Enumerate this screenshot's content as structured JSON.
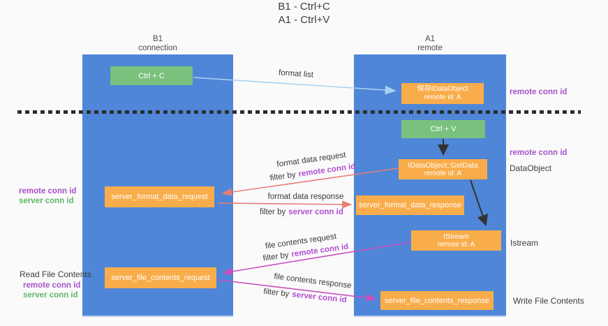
{
  "title": {
    "line1": "B1 - Ctrl+C",
    "line2": "A1 - Ctrl+V"
  },
  "lanes": {
    "left": {
      "title": "B1",
      "subtitle": "connection"
    },
    "right": {
      "title": "A1",
      "subtitle": "remote"
    }
  },
  "nodes": {
    "ctrl_c": "Ctrl + C",
    "ctrl_v": "Ctrl + V",
    "stored_dataobject": {
      "line1": "保存IDataObject",
      "line2": "remote id: A"
    },
    "getdata": {
      "line1": "IDataObject::GetData",
      "line2": "remote id: A"
    },
    "istream": {
      "line1": "IStream",
      "line2": "remote id: A"
    },
    "format_request": "server_format_data_request",
    "format_response": "server_format_data_response",
    "file_request": "server_file_contents_request",
    "file_response": "server_file_contents_response"
  },
  "arrow_labels": {
    "format_list": "format list",
    "format_data_request": "format data request",
    "format_data_response": "format data response",
    "file_contents_request": "file contents request",
    "file_contents_response": "file contents response",
    "filter_by": "filter by",
    "remote_conn_id": "remote conn id",
    "server_conn_id": "server conn id"
  },
  "side_labels": {
    "remote_conn_id": "remote conn id",
    "server_conn_id": "server conn id",
    "dataobject": "DataObject",
    "istream": "Istream",
    "read_file_contents": "Read File Contents",
    "write_file_contents": "Write File Contents"
  },
  "colors": {
    "lane_fill": "#4f86d7",
    "node_green": "#79c17d",
    "node_orange": "#f9ad4a",
    "arrow_blue": "#a9d2f0",
    "arrow_red": "#e87d75",
    "arrow_magenta": "#c94fc0",
    "arrow_black": "#333333",
    "text_purple": "#a653c8",
    "text_purple_bright": "#b14fd0",
    "text_green": "#5fb868"
  }
}
